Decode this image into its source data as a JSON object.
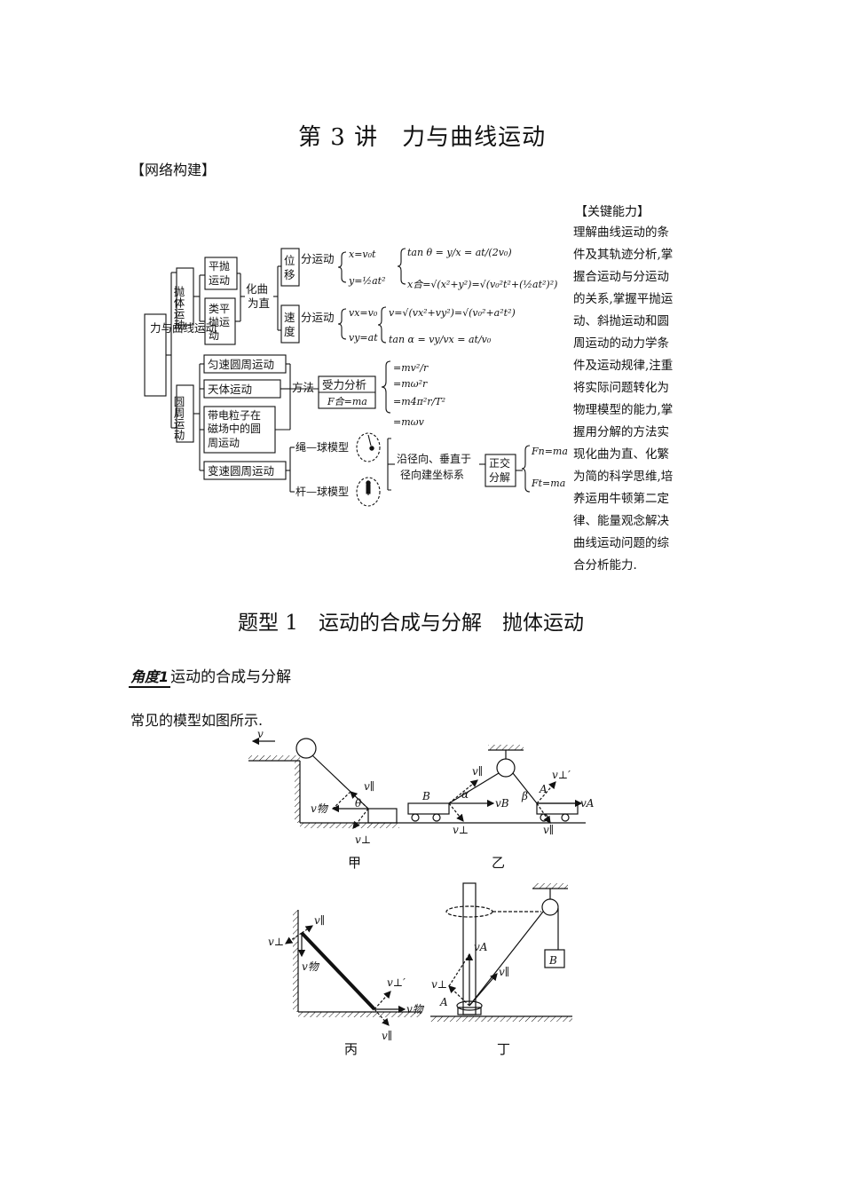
{
  "page": {
    "title": "第 3 讲　力与曲线运动",
    "network_label": "【网络构建】",
    "key_ability": {
      "label": "【关键能力】",
      "lines": [
        "理解曲线运动的条",
        "件及其轨迹分析,掌",
        "握合运动与分运动",
        "的关系,掌握平抛运",
        "动、斜抛运动和圆",
        "周运动的动力学条",
        "件及运动规律,注重",
        "将实际问题转化为",
        "物理模型的能力,掌",
        "握用分解的方法实",
        "现化曲为直、化繁",
        "为简的科学思维,培",
        "养运用牛顿第二定",
        "律、能量观念解决",
        "曲线运动问题的综",
        "合分析能力."
      ]
    },
    "section1_title": "题型 1　运动的合成与分解　抛体运动",
    "angle_badge": "角度1",
    "angle_title": "运动的合成与分解",
    "intro_text": "常见的模型如图所示."
  },
  "network": {
    "root": "力与曲线运动",
    "branch_projectile": "抛体运动",
    "branch_circular": "圆周运动",
    "flat_throw": "平抛运动",
    "quasi_flat_throw": "类平抛运动",
    "curve_to_straight": "化曲为直",
    "displacement": "位移",
    "velocity": "速度",
    "sub_motion": "分运动",
    "uniform_circular": "匀速圆周运动",
    "celestial": "天体运动",
    "charged_particle": "带电粒子在磁场中的圆周运动",
    "variable_circular": "变速圆周运动",
    "method": "方法",
    "force_analysis": "受力分析",
    "f_net": "F合=ma",
    "rope_ball": "绳—球模型",
    "rod_ball": "杆—球模型",
    "radial_axis": "沿径向、垂直于径向建坐标系",
    "orthogonal": "正交分解",
    "formulas": {
      "x": "x=v₀t",
      "y": "y=½at²",
      "tan_theta": "tan θ = y/x = at/(2v₀)",
      "x_total": "x合=√(x²+y²)=√(v₀²t²+(½at²)²)",
      "vx": "vx=v₀",
      "vy": "vy=at",
      "v": "v=√(vx²+vy²)=√(v₀²+a²t²)",
      "tan_alpha": "tan α = vy/vx = at/v₀",
      "m1": "=mv²/r",
      "m2": "=mω²r",
      "m3": "=m4π²r/T²",
      "m4": "=mωv",
      "fn": "Fn=ma",
      "ft": "Ft=ma"
    }
  },
  "figures": {
    "jia": "甲",
    "yi": "乙",
    "bing": "丙",
    "ding": "丁",
    "labels": {
      "v": "v",
      "v_par": "v∥",
      "v_perp": "v⊥",
      "v_perp_prime": "v⊥′",
      "v_obj": "v物",
      "theta": "θ",
      "alpha": "α",
      "beta": "β",
      "A": "A",
      "B": "B",
      "vA": "vA",
      "vB": "vB"
    }
  }
}
